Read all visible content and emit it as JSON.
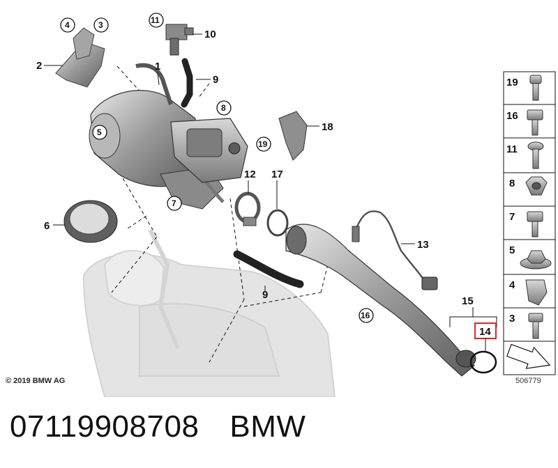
{
  "diagram": {
    "copyright": "© 2019 BMW AG",
    "diagram_id": "506779",
    "callouts": [
      "1",
      "2",
      "3",
      "4",
      "5",
      "6",
      "7",
      "8",
      "9",
      "9",
      "10",
      "11",
      "12",
      "13",
      "15",
      "16",
      "17",
      "18",
      "19"
    ],
    "highlighted_callout": "14",
    "side_panel": [
      "19",
      "16",
      "11",
      "8",
      "7",
      "5",
      "4",
      "3"
    ]
  },
  "caption": {
    "part_number": "07119908708",
    "brand": "BMW"
  },
  "colors": {
    "highlight": "#e0252b",
    "part_gray": "#8c8c8c",
    "faded_gray": "#d4d4d4"
  }
}
